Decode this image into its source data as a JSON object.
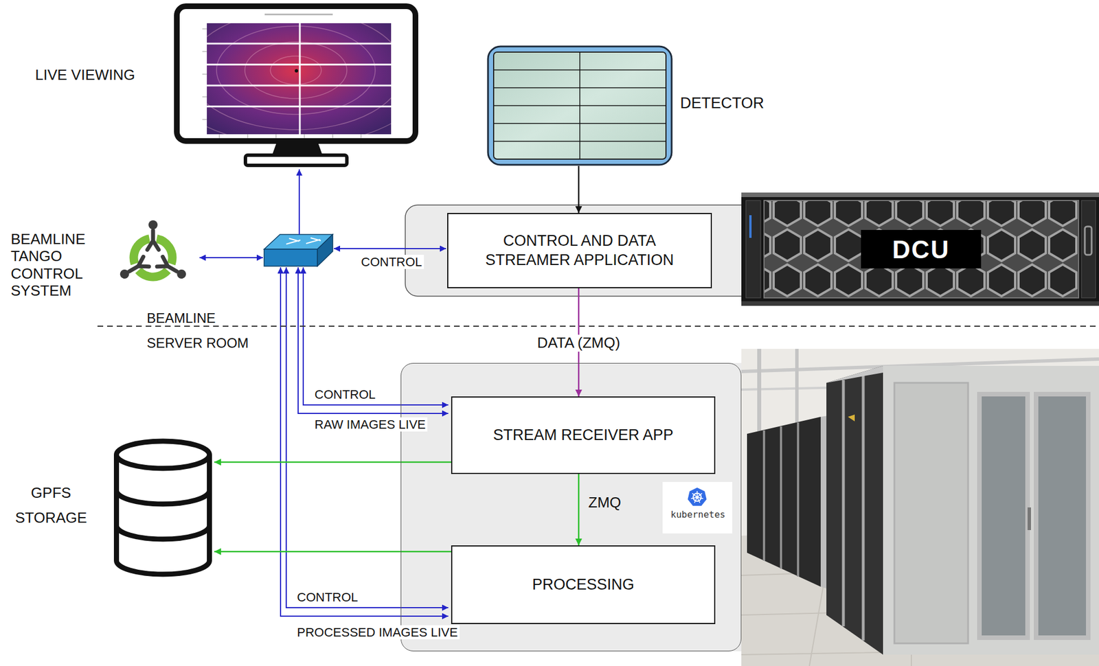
{
  "diagram": {
    "nodes": [
      {
        "text": [
          "LIVE VIEWING"
        ]
      },
      {
        "text": [
          "DETECTOR"
        ]
      },
      {
        "text": [
          "BEAMLINE TANGO CONTROL SYSTEM"
        ]
      },
      {
        "text": [
          "CONTROL AND DATA STREAMER APPLICATION"
        ]
      },
      {
        "text": [
          "DCU"
        ]
      },
      {
        "text": [
          "kubernetes"
        ]
      },
      {
        "text": [
          "STREAM RECEIVER APP"
        ],
        "in": 5
      },
      {
        "text": [
          "GPFS STORAGE"
        ]
      },
      {
        "text": [
          "PROCESSING"
        ],
        "in": 5
      }
    ],
    "edges": [
      {
        "from": 1,
        "to": 3,
        "arrow": "to"
      },
      {
        "from": 3,
        "to": 6,
        "label": "DATA (ZMQ)",
        "arrow": "to"
      },
      {
        "from": 6,
        "to": 8,
        "label": "ZMQ",
        "arrow": "to"
      },
      {
        "from": 6,
        "to": 7,
        "arrow": "to"
      },
      {
        "from": 8,
        "to": 7,
        "arrow": "to"
      }
    ],
    "labels": [
      "CONTROL",
      "BEAMLINE",
      "SERVER ROOM",
      "CONTROL",
      "RAW IMAGES LIVE",
      "CONTROL",
      "PROCESSED IMAGES LIVE"
    ]
  }
}
